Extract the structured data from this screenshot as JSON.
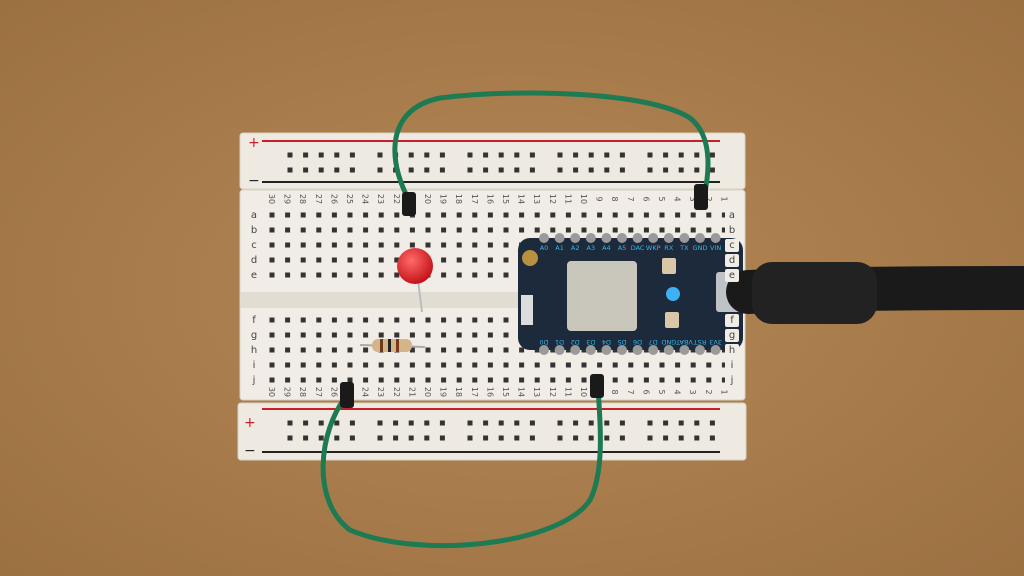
{
  "scene": {
    "breadboard": {
      "column_numbers": [
        30,
        29,
        28,
        27,
        26,
        25,
        24,
        23,
        22,
        21,
        20,
        19,
        18,
        17,
        16,
        15,
        14,
        13,
        12,
        11,
        10,
        9,
        8,
        7,
        6,
        5,
        4,
        3,
        2,
        1
      ],
      "rows_top": [
        "a",
        "b",
        "c",
        "d",
        "e"
      ],
      "rows_bottom": [
        "f",
        "g",
        "h",
        "i",
        "j"
      ],
      "rail_plus": "+",
      "rail_minus": "−"
    },
    "microcontroller": {
      "top_pins": [
        "A0",
        "A1",
        "A2",
        "A3",
        "A4",
        "A5",
        "DAC",
        "WKP",
        "RX",
        "TX",
        "GND",
        "VIN"
      ],
      "bottom_pins": [
        "D0",
        "D1",
        "D2",
        "D3",
        "D4",
        "D5",
        "D6",
        "D7",
        "GND",
        "VBAT",
        "RST",
        "3V3"
      ],
      "status_led_color": "#3fb8ff"
    },
    "colors": {
      "surface": "#a97c4c",
      "breadboard": "#efebe3",
      "wire": "#1e7a52",
      "led": "#d8161c",
      "board": "#1c2a3c",
      "rail_red": "#c8202a",
      "rail_black": "#222222"
    }
  }
}
